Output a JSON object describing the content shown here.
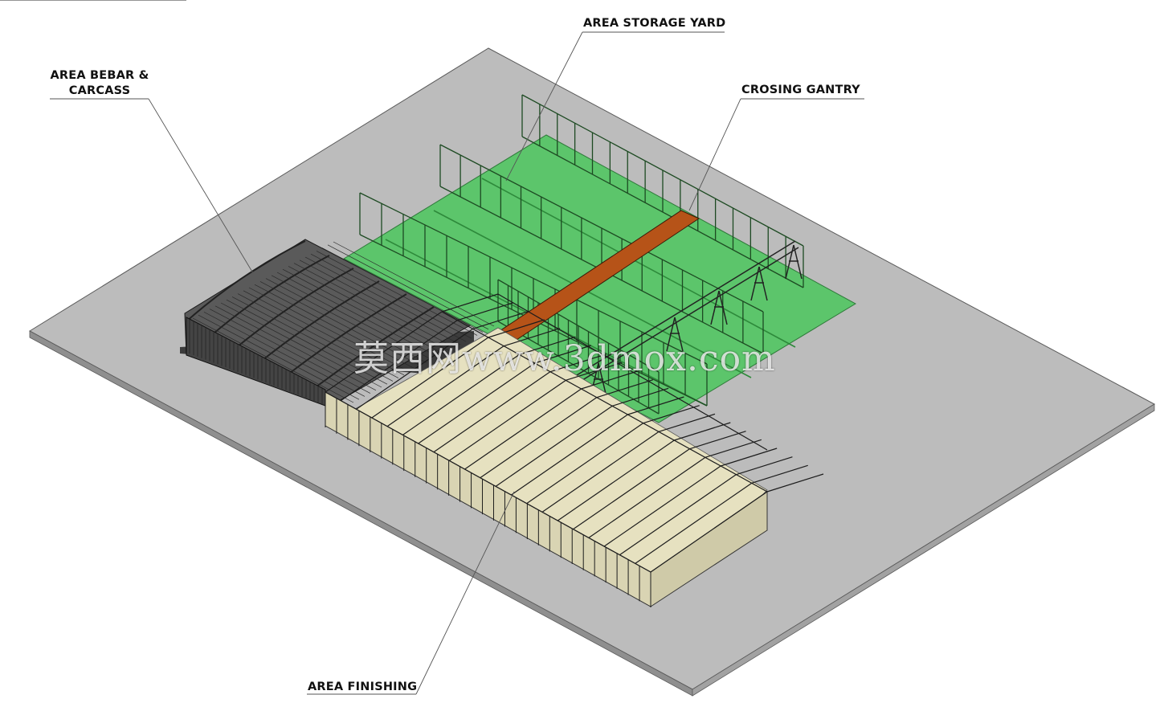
{
  "labels": {
    "storage_yard": "AREA STORAGE YARD",
    "bebar_line1": "AREA BEBAR &",
    "bebar_line2": "CARCASS",
    "crossing_gantry": "CROSING GANTRY",
    "finishing": "AREA FINISHING"
  },
  "watermark": "莫西网www.3dmox.com",
  "colors": {
    "ground": "#bdbdbd",
    "ground_edge": "#8c8c8c",
    "yard_green": "#5bc66a",
    "gantry_orange": "#b84f16",
    "steel": "#2a2a2a",
    "roof_dark": "#4a4a4a",
    "floor_beige": "#e6e1c0"
  }
}
